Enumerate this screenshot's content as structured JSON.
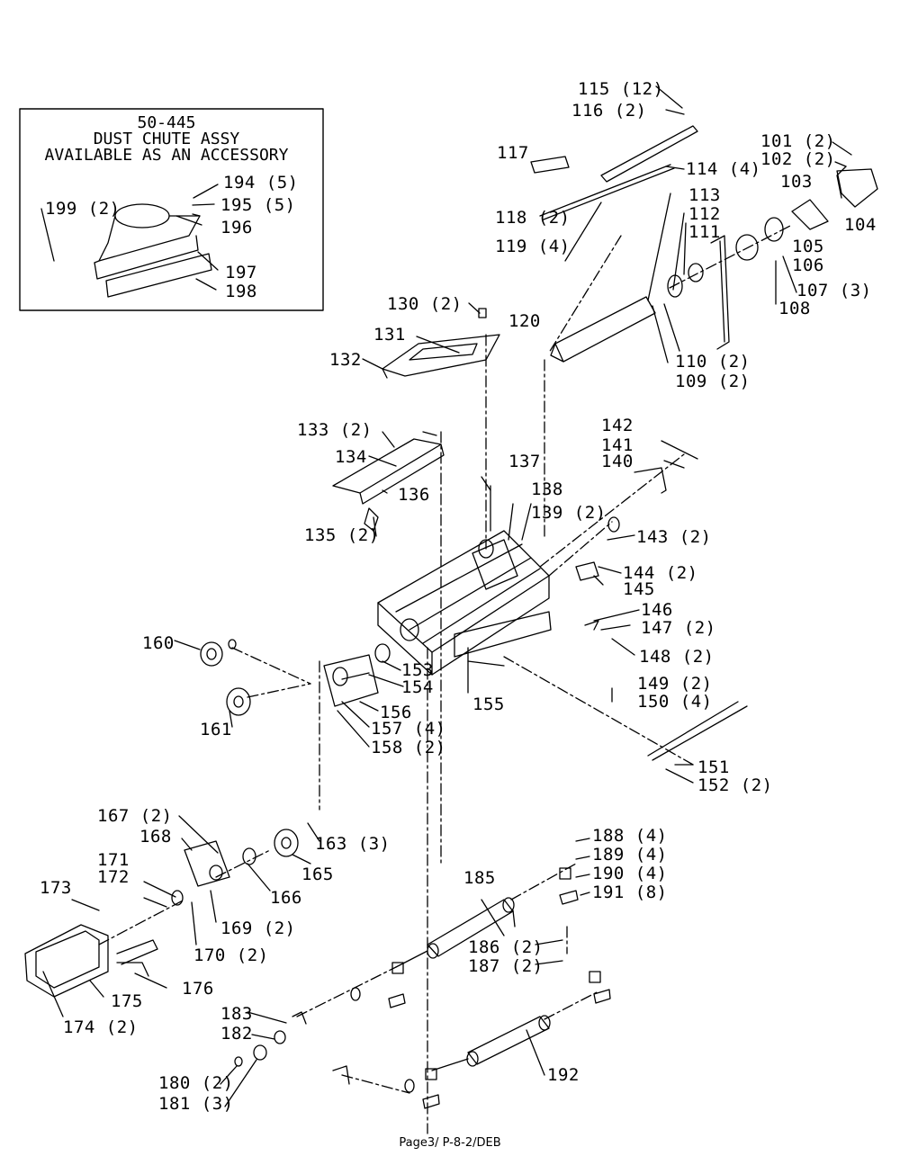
{
  "inset": {
    "title_line1": "50-445",
    "title_line2": "DUST CHUTE ASSY",
    "title_line3": "AVAILABLE AS AN ACCESSORY"
  },
  "callouts": {
    "c101": "101 (2)",
    "c102": "102 (2)",
    "c103": "103",
    "c104": "104",
    "c105": "105",
    "c106": "106",
    "c107": "107 (3)",
    "c108": "108",
    "c109": "109 (2)",
    "c110": "110 (2)",
    "c111": "111",
    "c112": "112",
    "c113": "113",
    "c114": "114 (4)",
    "c115": "115 (12)",
    "c116": "116 (2)",
    "c117": "117",
    "c118": "118 (2)",
    "c119": "119 (4)",
    "c120": "120",
    "c130": "130 (2)",
    "c131": "131",
    "c132": "132",
    "c133": "133 (2)",
    "c134": "134",
    "c135": "135 (2)",
    "c136": "136",
    "c137": "137",
    "c138": "138",
    "c139": "139 (2)",
    "c140": "140",
    "c141": "141",
    "c142": "142",
    "c143": "143 (2)",
    "c144": "144 (2)",
    "c145": "145",
    "c146": "146",
    "c147": "147 (2)",
    "c148": "148 (2)",
    "c149": "149 (2)",
    "c150": "150 (4)",
    "c151": "151",
    "c152": "152 (2)",
    "c153": "153",
    "c154": "154",
    "c155": "155",
    "c156": "156",
    "c157": "157 (4)",
    "c158": "158 (2)",
    "c160": "160",
    "c161": "161",
    "c163": "163 (3)",
    "c165": "165",
    "c166": "166",
    "c167": "167 (2)",
    "c168": "168",
    "c169": "169 (2)",
    "c170": "170 (2)",
    "c171": "171",
    "c172": "172",
    "c173": "173",
    "c174": "174 (2)",
    "c175": "175",
    "c176": "176",
    "c180": "180 (2)",
    "c181": "181 (3)",
    "c182": "182",
    "c183": "183",
    "c185": "185",
    "c186": "186 (2)",
    "c187": "187 (2)",
    "c188": "188 (4)",
    "c189": "189 (4)",
    "c190": "190 (4)",
    "c191": "191 (8)",
    "c192": "192",
    "c194": "194 (5)",
    "c195": "195 (5)",
    "c196": "196",
    "c197": "197",
    "c198": "198",
    "c199": "199 (2)"
  },
  "footer": "Page3/ P-8-2/DEB"
}
